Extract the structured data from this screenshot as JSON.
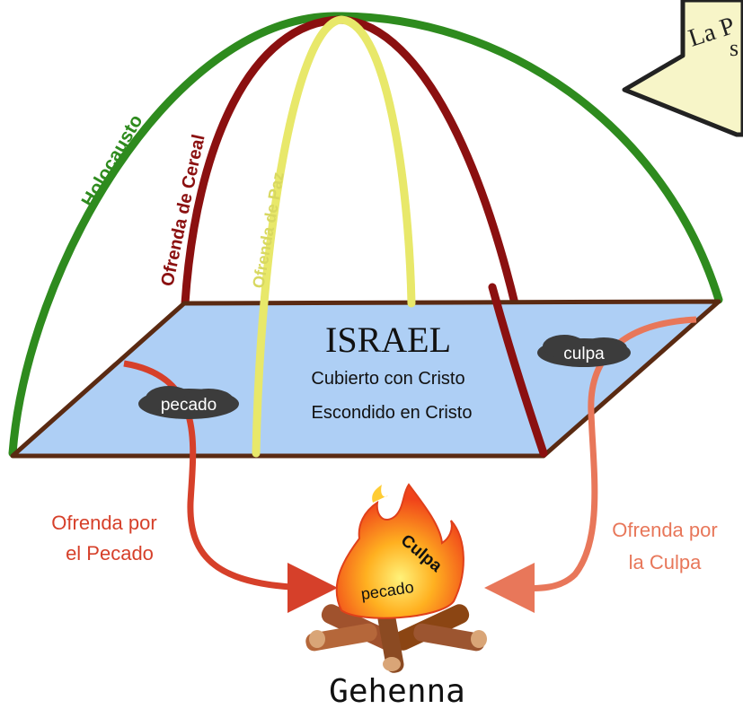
{
  "corner_sign": {
    "text_line1": "La P",
    "text_line2": "s"
  },
  "arches": {
    "holocausto": "Holocausto",
    "cereal": "Ofrenda de Cereal",
    "paz": "Ofrenda de Paz"
  },
  "israel": {
    "title": "ISRAEL",
    "line1": "Cubierto con Cristo",
    "line2": "Escondido en Cristo"
  },
  "clouds": {
    "pecado": "pecado",
    "culpa": "culpa"
  },
  "labels": {
    "pecado_line1": "Ofrenda por",
    "pecado_line2": "el Pecado",
    "culpa_line1": "Ofrenda por",
    "culpa_line2": "la Culpa"
  },
  "fire": {
    "culpa": "Culpa",
    "pecado": "pecado"
  },
  "gehenna": "Gehenna",
  "colors": {
    "holocausto": "#2e8b1e",
    "cereal": "#8b1010",
    "paz": "#e8e86a",
    "plane": "#aecff5",
    "plane_edge": "#5a2a12",
    "pecado_red": "#d6402a",
    "culpa_salmon": "#e8775a",
    "sign": "#f7f5c8"
  }
}
